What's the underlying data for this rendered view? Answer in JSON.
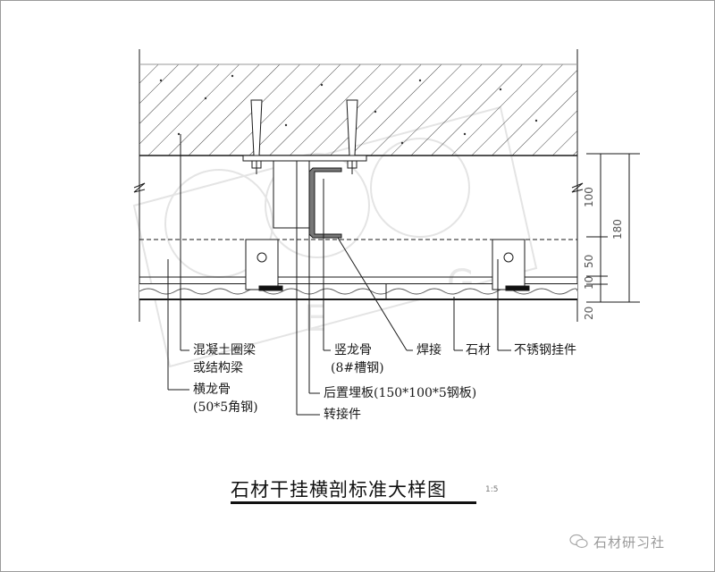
{
  "drawing": {
    "title": "石材干挂横剖标准大样图",
    "scale": "1:5",
    "brand": "石材研习社",
    "brand_icon": "wechat-icon",
    "dimensions": {
      "left_chain": [
        "100",
        "50",
        "10",
        "20"
      ],
      "right_total": "180"
    },
    "labels": {
      "concrete_beam_line1": "混凝土圈梁",
      "concrete_beam_line2": "或结构梁",
      "horizontal_keel_line1": "横龙骨",
      "horizontal_keel_line2": "(50*5角钢)",
      "vertical_keel_line1": "竖龙骨",
      "vertical_keel_line2": "(8#槽钢)",
      "embedded_plate": "后置埋板(150*100*5钢板)",
      "adapter": "转接件",
      "welding": "焊接",
      "stone": "石材",
      "stainless_hanger": "不锈钢挂件"
    },
    "colors": {
      "line": "#1a1a1a",
      "hatch": "#444444",
      "watermark": "#e6e6e6",
      "dim_text": "#555555"
    }
  }
}
